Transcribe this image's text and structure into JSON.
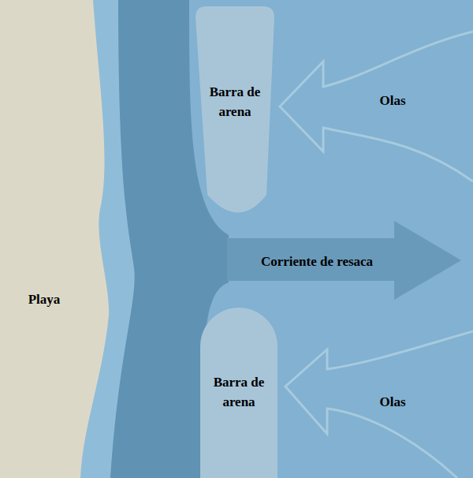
{
  "diagram": {
    "nodes": [
      {
        "text": [
          "Barra de arena"
        ]
      },
      {
        "text": [
          "Playa"
        ]
      },
      {
        "text": [
          "Barra de arena"
        ]
      }
    ],
    "labels": [
      "Olas",
      "Corriente de resaca",
      "Olas"
    ]
  }
}
